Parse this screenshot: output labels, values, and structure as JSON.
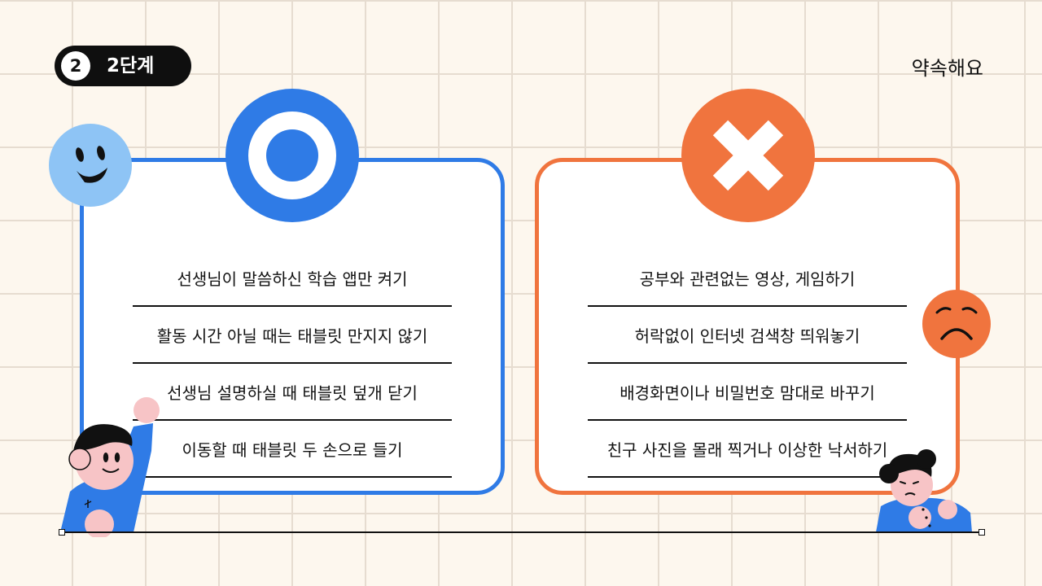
{
  "header": {
    "step_number": "2",
    "step_label": "2단계",
    "title": "약속해요"
  },
  "do_card": {
    "badge_icon": "circle-o-icon",
    "accent": "#2f7be6",
    "items": [
      "선생님이 말씀하신 학습 앱만 켜기",
      "활동 시간 아닐 때는 태블릿 만지지 않기",
      "선생님 설명하실 때 태블릿 덮개 닫기",
      "이동할 때 태블릿 두 손으로 들기"
    ]
  },
  "dont_card": {
    "badge_icon": "x-mark-icon",
    "accent": "#f0743e",
    "items": [
      "공부와 관련없는 영상, 게임하기",
      "허락없이 인터넷 검색창 띄워놓기",
      "배경화면이나 비밀번호 맘대로 바꾸기",
      "친구 사진을 몰래 찍거나 이상한 낙서하기"
    ]
  },
  "decorations": {
    "smiley": "smiley-face-icon",
    "sad": "sad-face-icon",
    "kid_left": "waving-kid-illustration",
    "kid_right": "thinking-kid-illustration"
  }
}
